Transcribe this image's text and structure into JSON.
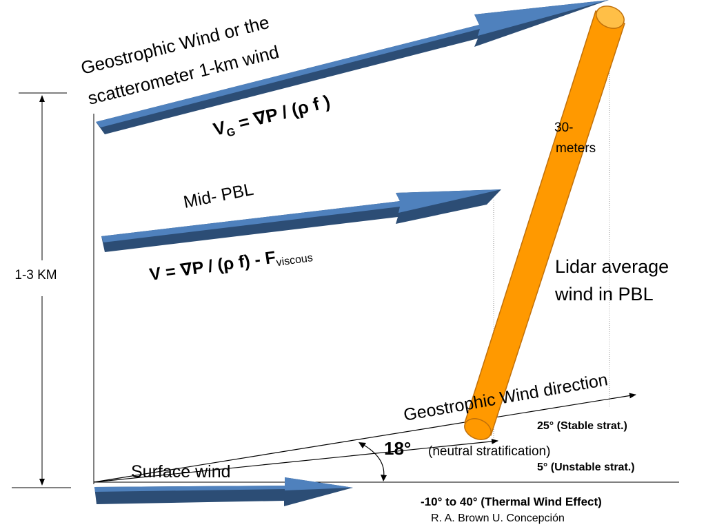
{
  "height_label": "1-3 KM",
  "geostrophic_label_line1": "Geostrophic Wind or the",
  "geostrophic_label_line2": "scatterometer 1-km wind",
  "vg_equation": {
    "v": "V",
    "sub_g": "G",
    "rest": "=   ∇P / (ρ f )"
  },
  "mid_pbl_label": "Mid- PBL",
  "mid_equation": {
    "main": "V  = ∇P / (ρ f) - F",
    "sub": "viscous"
  },
  "lidar_height": {
    "line1": "30-",
    "line2": "meters"
  },
  "lidar_label": {
    "line1": "Lidar average",
    "line2": "wind in PBL"
  },
  "geostrophic_direction_label": "Geostrophic Wind direction",
  "stable_label": "25° (Stable strat.)",
  "angle_label": "18°",
  "neutral_label": "(neutral stratification)",
  "unstable_label": "5° (Unstable strat.)",
  "surface_wind_label": "Surface wind",
  "thermal_label": "-10° to 40° (Thermal Wind Effect)",
  "credit": "R. A. Brown     U. Concepción",
  "colors": {
    "arrow_top": "#4f81bd",
    "arrow_bottom": "#2c4d75",
    "cylinder_fill": "#ff9900",
    "cylinder_edge": "#c0700a",
    "cylinder_top": "#ffbf47"
  }
}
